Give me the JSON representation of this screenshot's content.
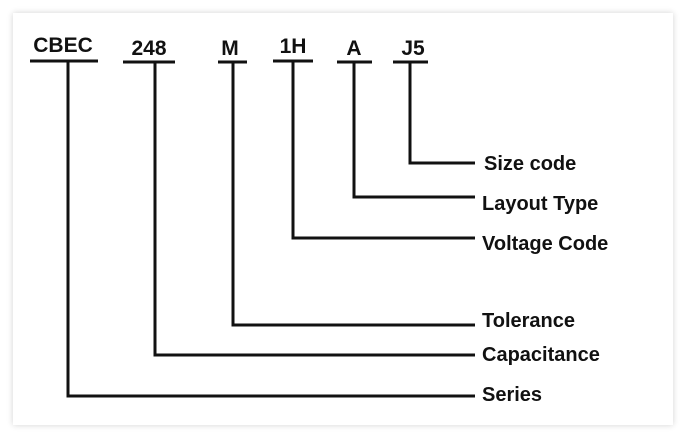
{
  "codes": [
    "CBEC",
    "248",
    "M",
    "1H",
    "A",
    "J5"
  ],
  "labels": [
    "Series",
    "Capacitance",
    "Tolerance",
    "Voltage Code",
    "Layout Type",
    "Size code"
  ]
}
